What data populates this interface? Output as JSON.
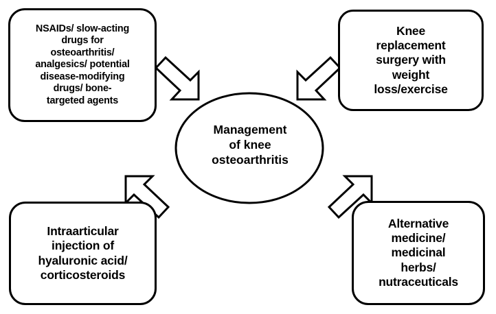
{
  "diagram": {
    "type": "hub-and-spoke concept map",
    "center": {
      "label": "Management\nof knee\nosteoarthritis",
      "shape": "ellipse",
      "stroke": "#000000",
      "fill": "#ffffff"
    },
    "nodes": [
      {
        "id": "pharmacologic",
        "position": "top-left",
        "label": "NSAIDs/ slow-acting\ndrugs for\nosteoarthritis/\nanalgesics/ potential\ndisease-modifying\ndrugs/ bone-\ntargeted agents",
        "shape": "rounded-rectangle",
        "stroke": "#000000",
        "fill": "#ffffff"
      },
      {
        "id": "surgical",
        "position": "top-right",
        "label": "Knee\nreplacement\nsurgery with\nweight\nloss/exercise",
        "shape": "rounded-rectangle",
        "stroke": "#000000",
        "fill": "#ffffff"
      },
      {
        "id": "injection",
        "position": "bottom-left",
        "label": "Intraarticular\ninjection of\nhyaluronic acid/\ncorticosteroids",
        "shape": "rounded-rectangle",
        "stroke": "#000000",
        "fill": "#ffffff"
      },
      {
        "id": "alternative",
        "position": "bottom-right",
        "label": "Alternative\nmedicine/\nmedicinal\nherbs/\nnutraceuticals",
        "shape": "rounded-rectangle",
        "stroke": "#000000",
        "fill": "#ffffff"
      }
    ],
    "arrows": [
      {
        "id": "arrow-top-left",
        "from": "pharmacologic",
        "to": "center",
        "direction": "down-right",
        "style": "block-arrow-outline"
      },
      {
        "id": "arrow-top-right",
        "from": "surgical",
        "to": "center",
        "direction": "down-left",
        "style": "block-arrow-outline"
      },
      {
        "id": "arrow-bottom-left",
        "from": "injection",
        "to": "center",
        "direction": "up-right",
        "style": "block-arrow-outline"
      },
      {
        "id": "arrow-bottom-right",
        "from": "alternative",
        "to": "center",
        "direction": "up-left",
        "style": "block-arrow-outline"
      }
    ]
  }
}
